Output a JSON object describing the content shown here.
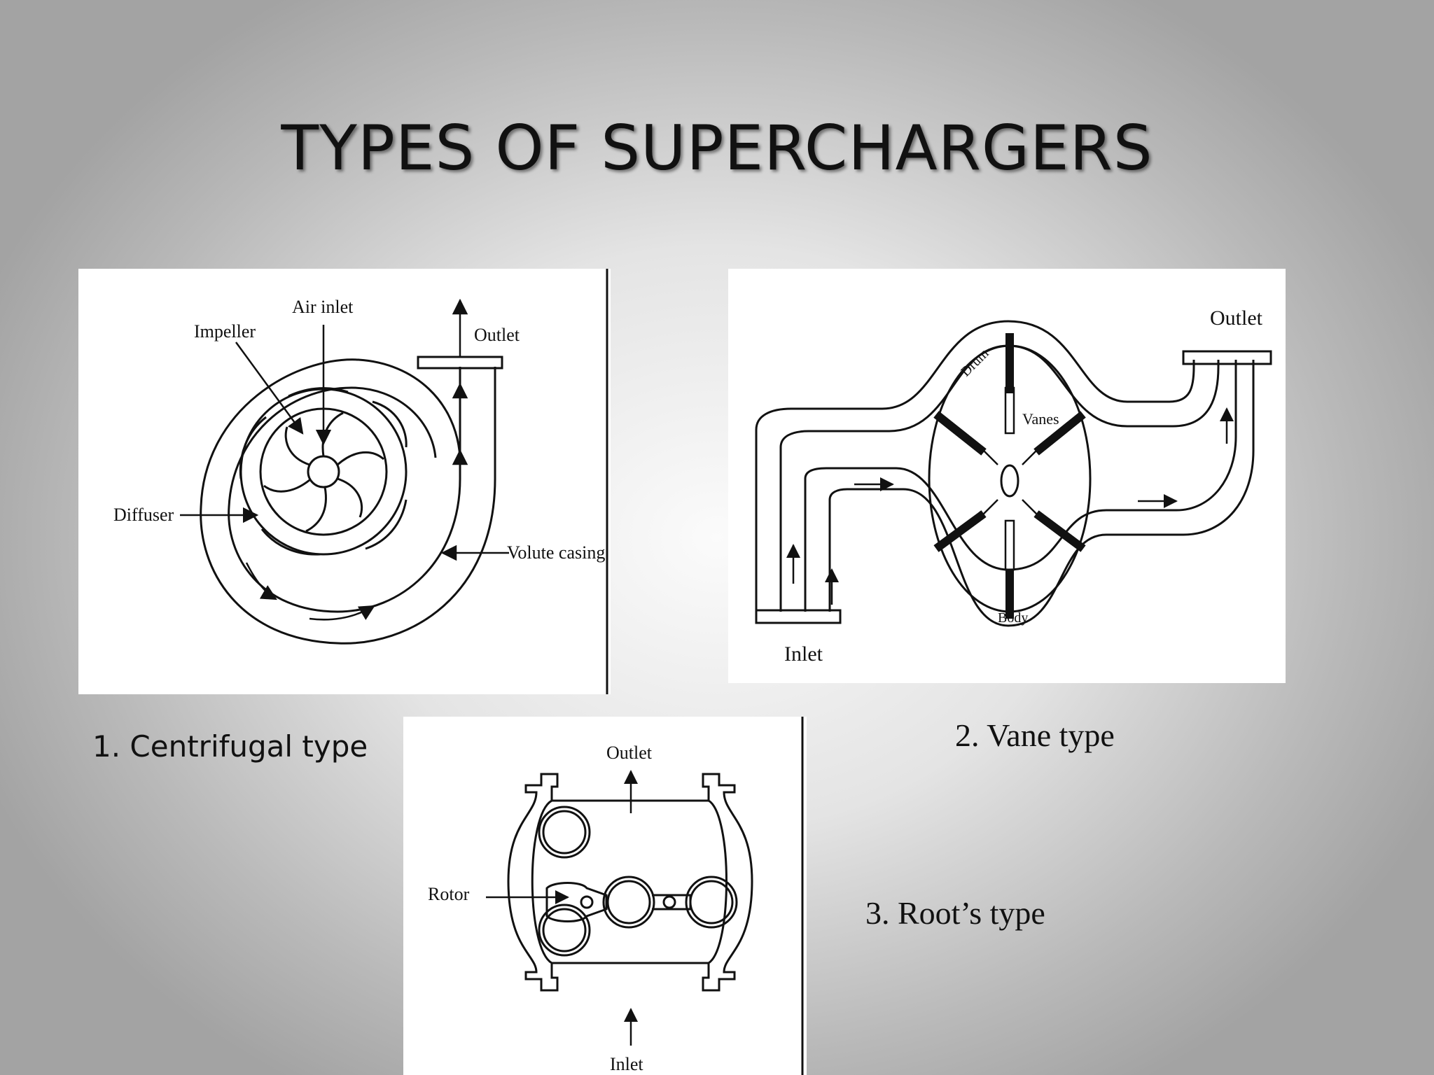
{
  "title": "TYPES OF SUPERCHARGERS",
  "diagrams": {
    "centrifugal": {
      "caption": "1. Centrifugal type",
      "labels": {
        "air_inlet": "Air inlet",
        "impeller": "Impeller",
        "outlet": "Outlet",
        "diffuser": "Diffuser",
        "volute_casing": "Volute casing"
      }
    },
    "vane": {
      "caption": "2.  Vane type",
      "labels": {
        "outlet": "Outlet",
        "drum": "Drum",
        "vanes": "Vanes",
        "body": "Body",
        "inlet": "Inlet"
      }
    },
    "roots": {
      "caption": "3.  Root’s type",
      "labels": {
        "outlet": "Outlet",
        "rotor": "Rotor",
        "inlet": "Inlet"
      }
    }
  }
}
